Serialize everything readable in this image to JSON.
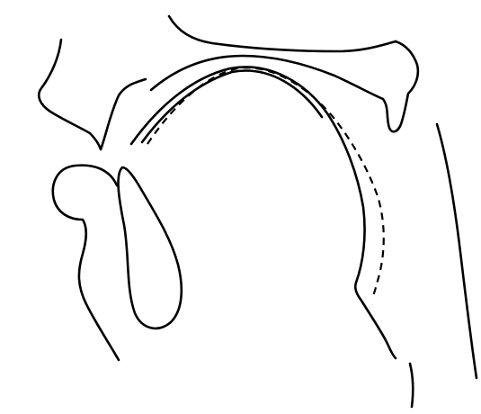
{
  "diagram": {
    "type": "sagittal-vocal-tract-line-drawing",
    "labels": [],
    "colors": {
      "background": "#ffffff",
      "outline": "#000000",
      "tongue_contour": "#000000"
    },
    "parts": [
      {
        "name": "hard-palate-upper-line",
        "style": "solid"
      },
      {
        "name": "upper-lip-and-nose",
        "style": "solid"
      },
      {
        "name": "velum",
        "style": "solid"
      },
      {
        "name": "palate-inner-contour",
        "style": "solid"
      },
      {
        "name": "posterior-pharyngeal-wall",
        "style": "solid"
      },
      {
        "name": "tongue",
        "style": "solid"
      },
      {
        "name": "lower-lip",
        "style": "solid"
      },
      {
        "name": "tongue-contour",
        "style": "dashed"
      }
    ]
  }
}
